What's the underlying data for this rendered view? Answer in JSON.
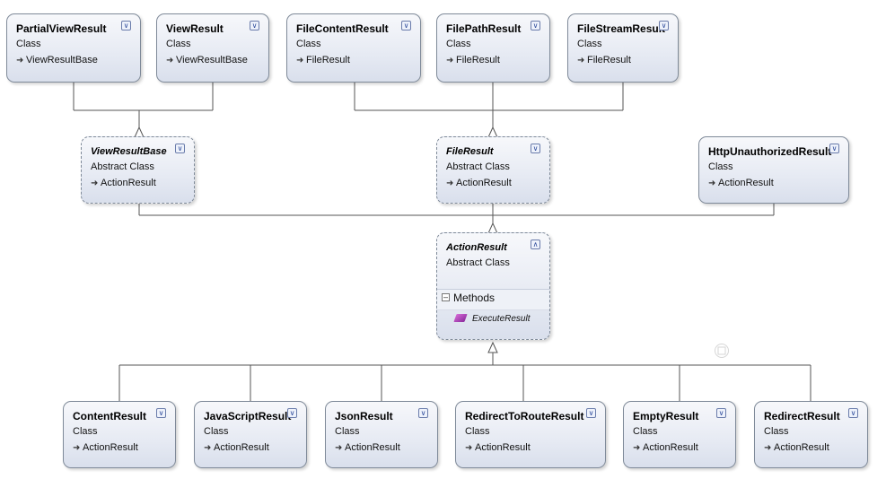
{
  "diagram": {
    "nodes": {
      "partialViewResult": {
        "name": "PartialViewResult",
        "kind": "Class",
        "base": "ViewResultBase"
      },
      "viewResult": {
        "name": "ViewResult",
        "kind": "Class",
        "base": "ViewResultBase"
      },
      "fileContentResult": {
        "name": "FileContentResult",
        "kind": "Class",
        "base": "FileResult"
      },
      "filePathResult": {
        "name": "FilePathResult",
        "kind": "Class",
        "base": "FileResult"
      },
      "fileStreamResult": {
        "name": "FileStreamResult",
        "kind": "Class",
        "base": "FileResult"
      },
      "viewResultBase": {
        "name": "ViewResultBase",
        "kind": "Abstract Class",
        "base": "ActionResult"
      },
      "fileResult": {
        "name": "FileResult",
        "kind": "Abstract Class",
        "base": "ActionResult"
      },
      "httpUnauthorizedResult": {
        "name": "HttpUnauthorizedResult",
        "kind": "Class",
        "base": "ActionResult"
      },
      "actionResult": {
        "name": "ActionResult",
        "kind": "Abstract Class",
        "section": "Methods",
        "method": "ExecuteResult"
      },
      "contentResult": {
        "name": "ContentResult",
        "kind": "Class",
        "base": "ActionResult"
      },
      "javaScriptResult": {
        "name": "JavaScriptResult",
        "kind": "Class",
        "base": "ActionResult"
      },
      "jsonResult": {
        "name": "JsonResult",
        "kind": "Class",
        "base": "ActionResult"
      },
      "redirectToRouteResult": {
        "name": "RedirectToRouteResult",
        "kind": "Class",
        "base": "ActionResult"
      },
      "emptyResult": {
        "name": "EmptyResult",
        "kind": "Class",
        "base": "ActionResult"
      },
      "redirectResult": {
        "name": "RedirectResult",
        "kind": "Class",
        "base": "ActionResult"
      }
    }
  },
  "colors": {
    "border": "#7f8a99",
    "line": "#555555",
    "fill_top": "#f7f8fb",
    "fill_bottom": "#d9dfec"
  }
}
